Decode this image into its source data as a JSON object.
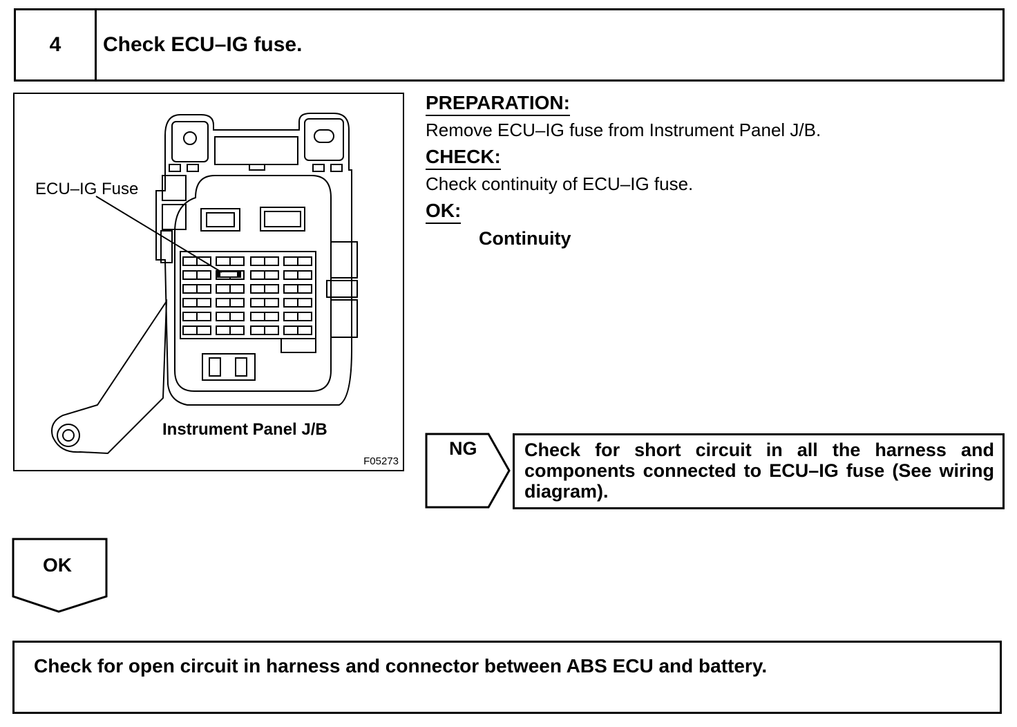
{
  "step": {
    "number": "4",
    "title": "Check ECU–IG fuse."
  },
  "figure": {
    "callout": "ECU–IG Fuse",
    "caption": "Instrument Panel J/B",
    "code": "F05273"
  },
  "preparation": {
    "heading": "PREPARATION:",
    "text": "Remove ECU–IG fuse from Instrument Panel J/B."
  },
  "check": {
    "heading": "CHECK:",
    "text": "Check continuity of ECU–IG fuse."
  },
  "ok": {
    "heading": "OK:",
    "value": "Continuity"
  },
  "ng_branch": {
    "label": "NG",
    "text": "Check for short circuit in all the harness and components connected to ECU–IG fuse (See wiring diagram)."
  },
  "ok_branch": {
    "label": "OK"
  },
  "next_step": {
    "text": "Check for open circuit in harness and connector between ABS ECU and battery."
  }
}
